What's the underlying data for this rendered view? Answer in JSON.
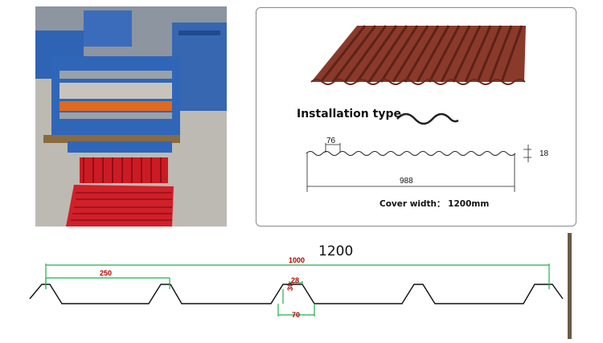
{
  "spec_card": {
    "installation_label": "Installation type",
    "cover_width_label": "Cover width： 1200mm",
    "dimensions": {
      "pitch": "76",
      "height": "18",
      "width": "988"
    }
  },
  "trapezoid_profile": {
    "dimensions": {
      "total": "1200",
      "effective": "1000",
      "pitch": "250",
      "rib_top": "28",
      "rib_height": "30",
      "rib_base": "70"
    }
  },
  "colors": {
    "sheet_red": "#cc1b25",
    "machine_blue": "#2a63b8",
    "dimension_green": "#22b14c",
    "roof_brown": "#8a3a2a"
  }
}
